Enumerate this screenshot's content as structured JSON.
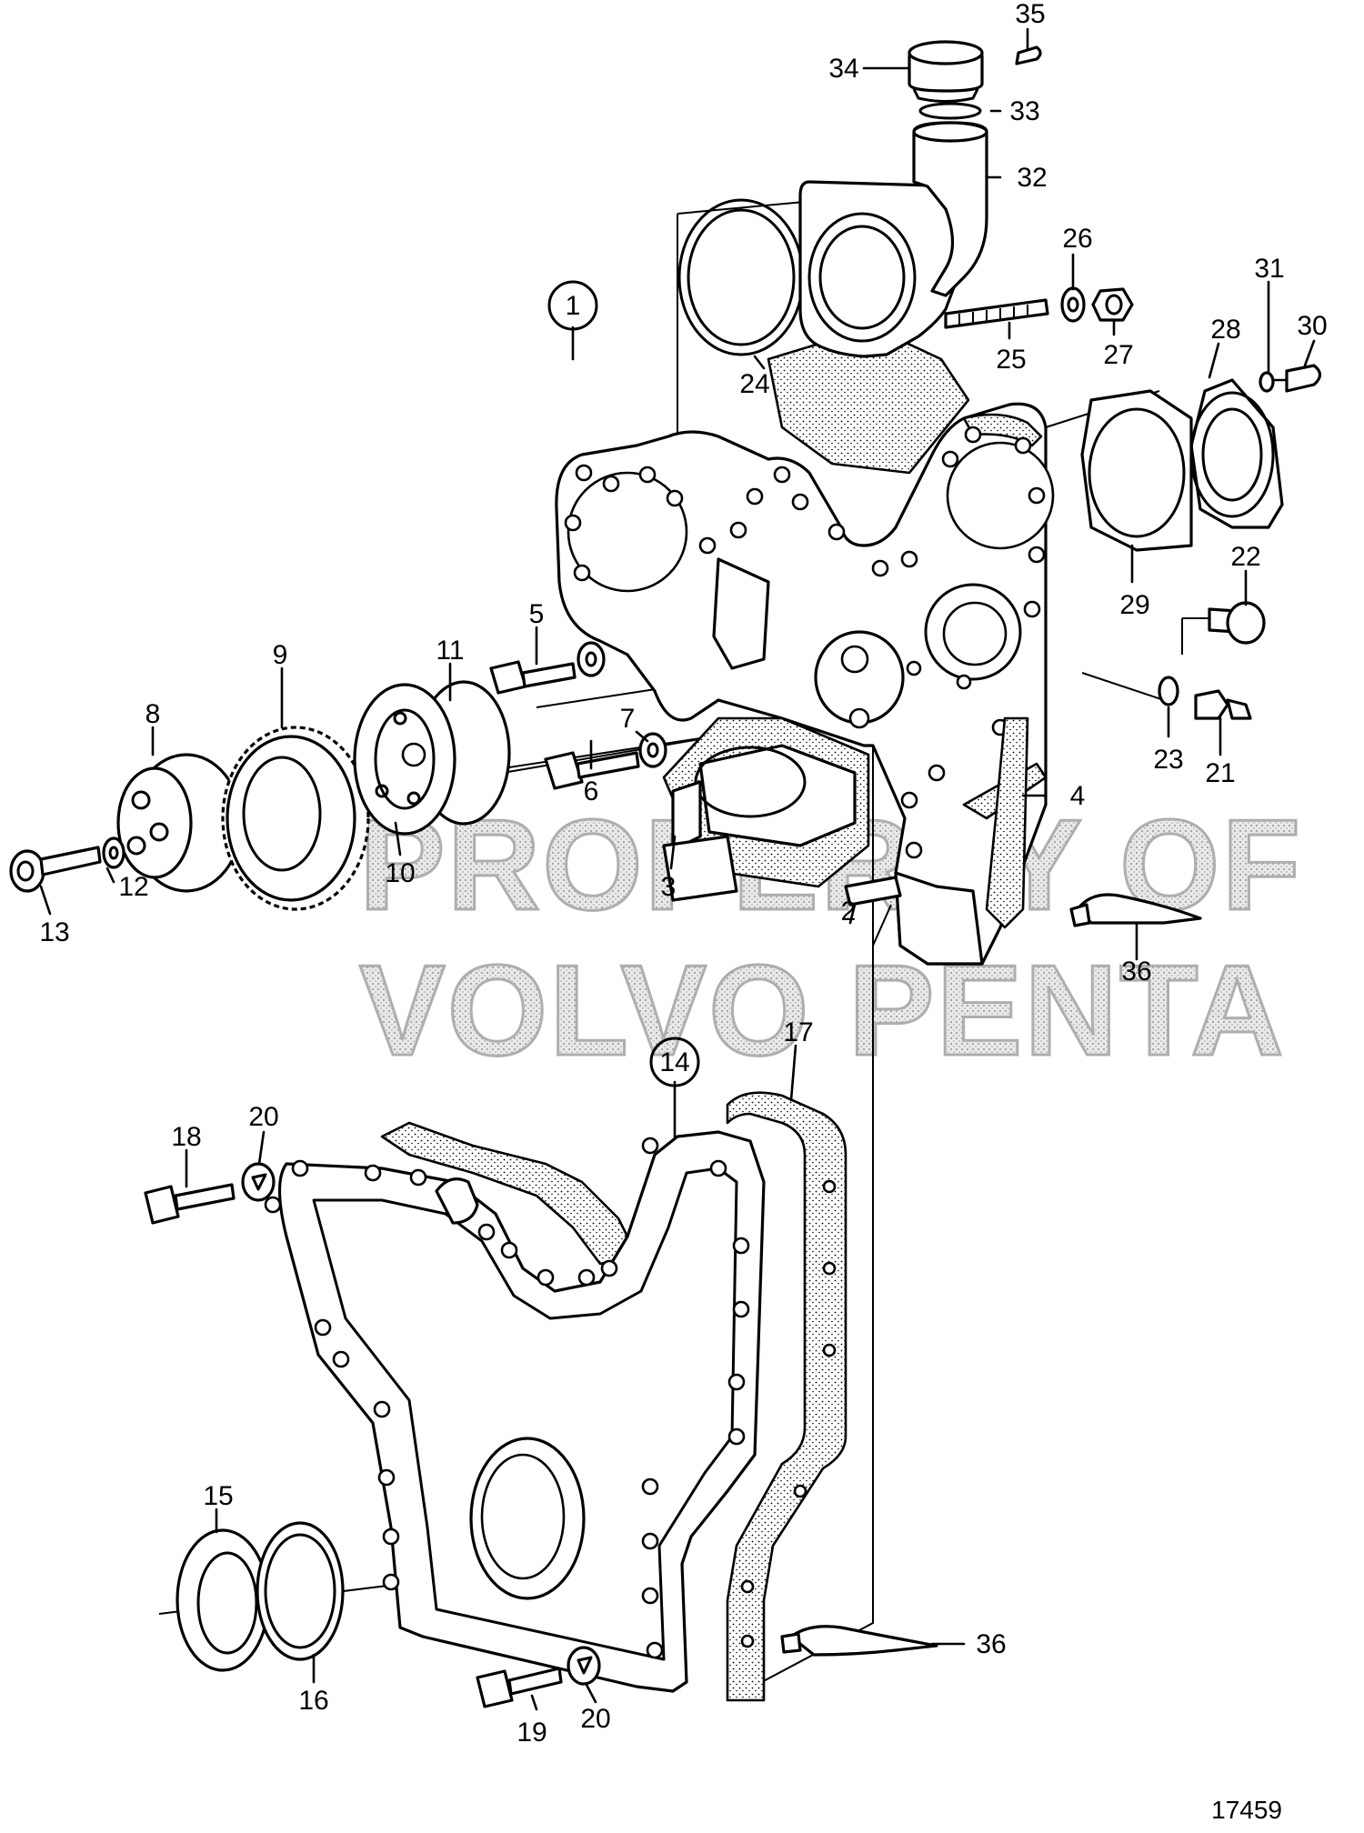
{
  "diagram": {
    "labels": [
      {
        "id": "1",
        "text": "1",
        "circled": true
      },
      {
        "id": "2",
        "text": "2"
      },
      {
        "id": "3",
        "text": "3"
      },
      {
        "id": "4",
        "text": "4"
      },
      {
        "id": "5",
        "text": "5"
      },
      {
        "id": "6",
        "text": "6"
      },
      {
        "id": "7",
        "text": "7"
      },
      {
        "id": "8",
        "text": "8"
      },
      {
        "id": "9",
        "text": "9"
      },
      {
        "id": "10",
        "text": "10"
      },
      {
        "id": "11",
        "text": "11"
      },
      {
        "id": "12",
        "text": "12"
      },
      {
        "id": "13",
        "text": "13"
      },
      {
        "id": "14",
        "text": "14",
        "circled": true
      },
      {
        "id": "15",
        "text": "15"
      },
      {
        "id": "16",
        "text": "16"
      },
      {
        "id": "17",
        "text": "17"
      },
      {
        "id": "18",
        "text": "18"
      },
      {
        "id": "19",
        "text": "19"
      },
      {
        "id": "20a",
        "text": "20"
      },
      {
        "id": "20b",
        "text": "20"
      },
      {
        "id": "21",
        "text": "21"
      },
      {
        "id": "22",
        "text": "22"
      },
      {
        "id": "23",
        "text": "23"
      },
      {
        "id": "24",
        "text": "24"
      },
      {
        "id": "25",
        "text": "25"
      },
      {
        "id": "26",
        "text": "26"
      },
      {
        "id": "27",
        "text": "27"
      },
      {
        "id": "28",
        "text": "28"
      },
      {
        "id": "29",
        "text": "29"
      },
      {
        "id": "30",
        "text": "30"
      },
      {
        "id": "31",
        "text": "31"
      },
      {
        "id": "32",
        "text": "32"
      },
      {
        "id": "33",
        "text": "33"
      },
      {
        "id": "34",
        "text": "34"
      },
      {
        "id": "35",
        "text": "35"
      },
      {
        "id": "36a",
        "text": "36"
      },
      {
        "id": "36b",
        "text": "36"
      }
    ],
    "watermark": [
      "PROPERTY OF",
      "VOLVO PENTA"
    ],
    "figure_number": "17459"
  }
}
